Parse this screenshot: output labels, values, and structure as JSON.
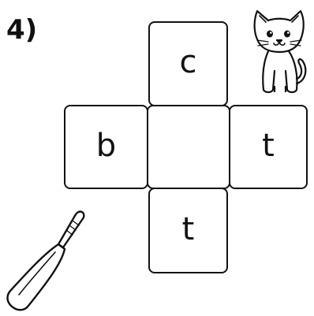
{
  "question": {
    "number": "4)"
  },
  "puzzle": {
    "cells": {
      "top": "c",
      "left": "b",
      "center": "",
      "right": "t",
      "bottom": "t"
    }
  },
  "pictures": {
    "cat_icon": "cat-icon",
    "bat_icon": "cricket-bat-icon"
  }
}
